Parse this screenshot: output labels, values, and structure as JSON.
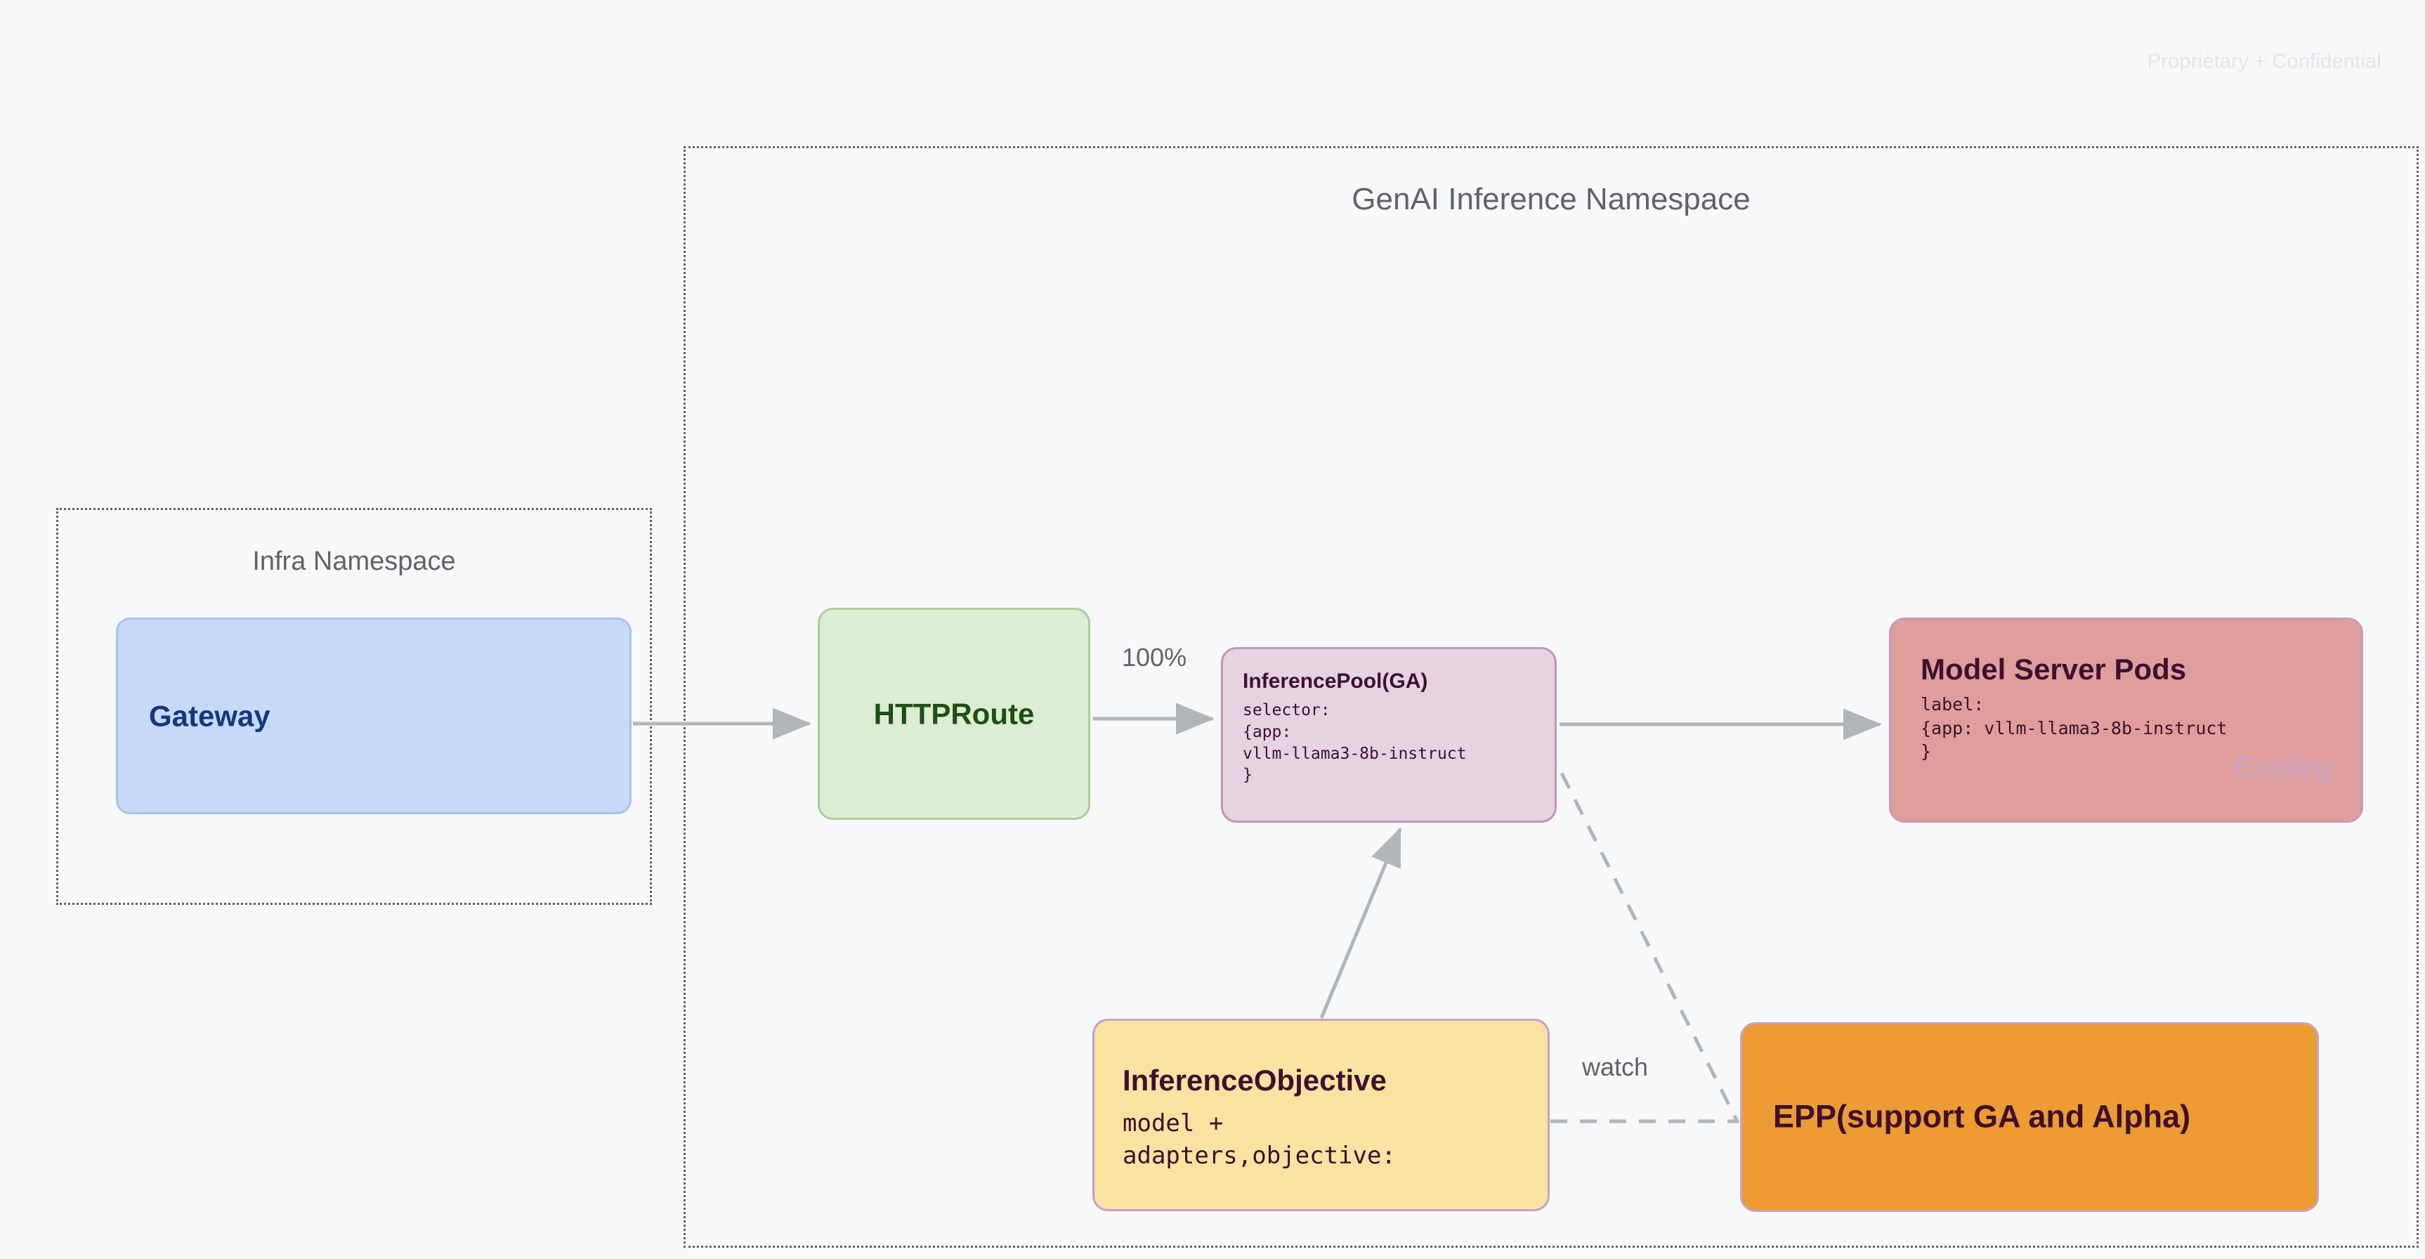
{
  "page": {
    "watermark": "Proprietary + Confidential",
    "background_color": "#f7f8fa"
  },
  "namespaces": [
    {
      "id": "infra",
      "title": "Infra Namespace",
      "border_style": "dotted",
      "border_color": "#5f6368"
    },
    {
      "id": "genai",
      "title": "GenAI Inference Namespace",
      "border_style": "dotted",
      "border_color": "#5f6368"
    }
  ],
  "nodes": {
    "gateway": {
      "title": "Gateway",
      "fill": "#c6d9f7",
      "border": "#a8c2ee",
      "text_color": "#14387f"
    },
    "httproute": {
      "title": "HTTPRoute",
      "fill": "#dcedd4",
      "border": "#a7cf96",
      "text_color": "#1e5014"
    },
    "inferencepool": {
      "title": "InferencePool(GA)",
      "body": "selector:\n{app:\nvllm-llama3-8b-instruct\n}",
      "fill": "#e7d2e0",
      "border": "#c295b5",
      "text_color": "#3d1030"
    },
    "modelserver": {
      "title": "Model Server Pods",
      "body": "label:\n{app: vllm-llama3-8b-instruct\n}",
      "watermark": "Existing",
      "fill": "#df9e9b",
      "border": "#c59bb7",
      "text_color": "#3d1030",
      "watermark_color": "#c3a5c9"
    },
    "inferenceobjective": {
      "title": "InferenceObjective",
      "body": "model +\nadapters,objective:",
      "fill": "#fae3a1",
      "border": "#c8a0c2",
      "text_color": "#3d1030"
    },
    "epp": {
      "title": "EPP(support GA and Alpha)",
      "fill": "#ed9b33",
      "border": "#c8a0c2",
      "text_color": "#3d1030"
    }
  },
  "edges": {
    "gateway_to_httproute": {
      "label": "",
      "style": "solid"
    },
    "httproute_to_inferencepool": {
      "label": "100%",
      "style": "solid"
    },
    "inferencepool_to_modelserver": {
      "label": "",
      "style": "solid"
    },
    "inferenceobjective_to_inferencepool": {
      "label": "",
      "style": "solid"
    },
    "inferencepool_to_epp": {
      "label": "",
      "style": "dashed"
    },
    "inferenceobjective_to_epp": {
      "label": "watch",
      "style": "dashed"
    }
  },
  "edge_color": "#b0b5ba"
}
